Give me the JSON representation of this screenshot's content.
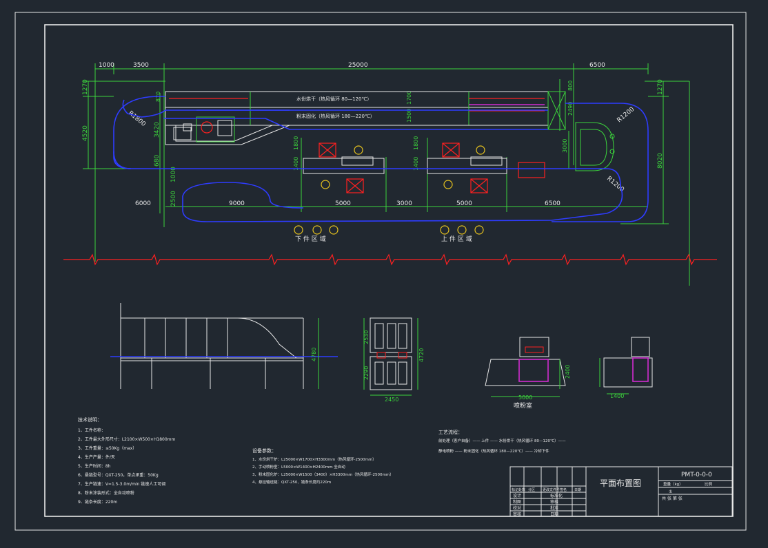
{
  "colors": {
    "background": "#212830",
    "line_white": "#e8e8e8",
    "dimension_green": "#3cd43c",
    "conveyor_blue": "#2e3cff",
    "red": "#ff2020",
    "magenta": "#d12cd1",
    "yellow": "#e6c21e"
  },
  "plan": {
    "dims_top": [
      "1000",
      "3500",
      "25000",
      "6500"
    ],
    "dims_left": [
      "1270",
      "4520",
      "3420",
      "680",
      "1000",
      "2500"
    ],
    "dims_inner": [
      "870",
      "1700",
      "1500",
      "1800",
      "1400",
      "1800",
      "1400",
      "800",
      "2490",
      "3000"
    ],
    "dims_right": [
      "1270",
      "8020"
    ],
    "dims_bottom": [
      "6000",
      "9000",
      "5000",
      "3000",
      "5000",
      "6500"
    ],
    "radius_labels": [
      "R1800",
      "R1200",
      "R1200"
    ],
    "oven_label_1": "水份烘干（热风循环 80—120℃）",
    "oven_label_2": "粉末固化（热风循环 180—220℃）",
    "zone_unload": "下 件 区 域",
    "zone_load": "上 件 区 域"
  },
  "elevation": {
    "dim_conveyor_height": "4780",
    "dim_side_top": "2530",
    "dim_side_bottom": "2290",
    "dim_side_total": "4720",
    "dim_side_width": "2450",
    "dim_booth_height": "2400",
    "dim_booth_width": "5000",
    "dim_booth_side_width": "1400",
    "booth_caption": "喷粉室"
  },
  "notes": {
    "tech_title": "技术说明：",
    "tech_items": [
      "1、工件名称：",
      "2、工件最大外形尺寸：L2100×W500×H1800mm",
      "3、工件重量：≤50Kg（max）",
      "4、生产产量：件/天",
      "5、生产时间：8h",
      "6、悬链型号：QXT-250，单点承重：50Kg",
      "7、生产链速：V=1.5-3.0m/min  链速人工可调",
      "8、粉末涂装形式：全自动喷粉",
      "9、链条长度：220m"
    ],
    "equip_title": "设备参数：",
    "equip_items": [
      "1、水份烘干炉：L25000×W1700×H3300mm（热风循环-2500mm）",
      "2、手动喷粉室：L5000×W1400×H2400mm  全自动",
      "3、粉末固化炉：L25000×W1500（3400）×H3300mm（热风循环-2500mm）",
      "4、悬挂输送链：QXT-250、链条长度约220m"
    ],
    "process_title": "工艺流程：",
    "process_line_1": "前处理（客户自备）—— 上件 —— 水份烘干（热风循环  80—120℃）——",
    "process_line_2": "静电喷粉 —— 粉末固化（热风循环  180—220℃）—— 冷却下件"
  },
  "title_block": {
    "drawing_title": "平面布置图",
    "drawing_number": "PMT-0-0-0",
    "col_headers": [
      "标记",
      "处数",
      "分区",
      "更改文件号",
      "签名",
      "日期"
    ],
    "rows": [
      [
        "设计",
        "标准化"
      ],
      [
        "制图",
        "审核"
      ],
      [
        "校对",
        "批准"
      ],
      [
        "审核",
        "日期"
      ]
    ],
    "weight_label": "重量（kg）",
    "scale_label": "比例",
    "sheet_label": "共  张   第  张",
    "sheet_number": "①"
  }
}
